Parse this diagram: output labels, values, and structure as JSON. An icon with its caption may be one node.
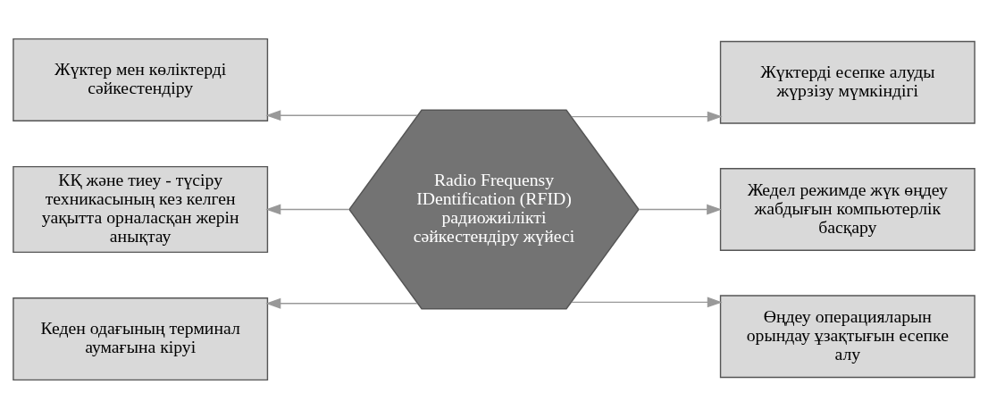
{
  "diagram": {
    "nodes": [
      {
        "text": [
          "Radio Frequensy IDentification (RFID) радиожиілікті сәйкестендіру жүйесі"
        ]
      },
      {
        "text": [
          "Жүктер мен көліктерді сәйкестендіру"
        ]
      },
      {
        "text": [
          "КҚ және тиеу - түсіру техникасының кез келген уақытта орналасқан жерін анықтау"
        ]
      },
      {
        "text": [
          "Кеден одағының терминал аумағына кіруі"
        ]
      },
      {
        "text": [
          "Жүктерді есепке алуды жүрзізу мүмкіндігі"
        ]
      },
      {
        "text": [
          "Жедел режимде жүк өңдеу жабдығын компьютерлік басқару"
        ]
      },
      {
        "text": [
          "Өңдеу операцияларын орындау ұзақтығын есепке алу"
        ]
      }
    ],
    "edges": [
      {
        "from": 0,
        "to": 1,
        "arrow": "to"
      },
      {
        "from": 0,
        "to": 2,
        "arrow": "to"
      },
      {
        "from": 0,
        "to": 3,
        "arrow": "to"
      },
      {
        "from": 0,
        "to": 4,
        "arrow": "to"
      },
      {
        "from": 0,
        "to": 5,
        "arrow": "to"
      },
      {
        "from": 0,
        "to": 6,
        "arrow": "to"
      }
    ]
  }
}
